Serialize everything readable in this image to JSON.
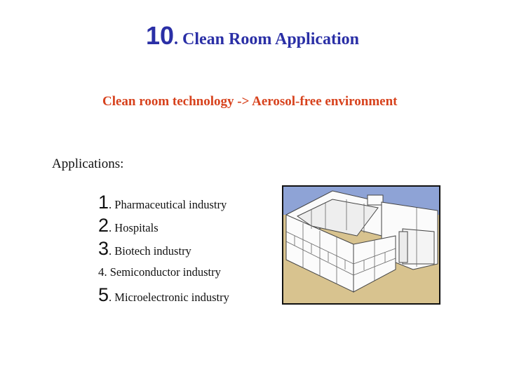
{
  "slide": {
    "title_number": "10",
    "title_text": ". Clean Room Application",
    "subtitle": "Clean room technology -> Aerosol-free environment",
    "applications_label": "Applications:",
    "applications": [
      {
        "num": "1",
        "text": ". Pharmaceutical industry"
      },
      {
        "num": "2",
        "text": ". Hospitals"
      },
      {
        "num": "3",
        "text": ".  Biotech industry"
      },
      {
        "num": "4",
        "text": ". Semiconductor industry"
      },
      {
        "num": "5",
        "text": ". Microelectronic industry"
      }
    ],
    "figure": {
      "description": "clean-room-modular-enclosure-illustration"
    },
    "colors": {
      "title": "#2a2fa6",
      "subtitle": "#d7421d",
      "sky": "#8ea3d6",
      "floor": "#d8c38f"
    }
  }
}
